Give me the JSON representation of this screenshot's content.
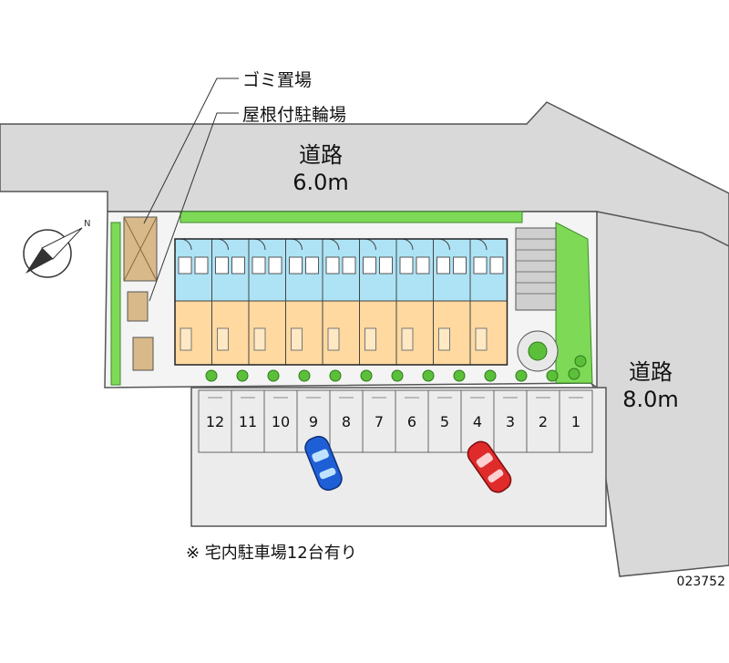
{
  "labels": {
    "garbage": "ゴミ置場",
    "bicycle": "屋根付駐輪場",
    "road_top_name": "道路",
    "road_top_width": "6.0m",
    "road_right_name": "道路",
    "road_right_width": "8.0m",
    "parking_note": "※ 宅内駐車場12台有り",
    "ref_code": "023752"
  },
  "parking_spaces": [
    "12",
    "11",
    "10",
    "9",
    "8",
    "7",
    "6",
    "5",
    "4",
    "3",
    "2",
    "1"
  ],
  "units": 9,
  "cars": [
    {
      "color": "#1f5fd6",
      "slot": "9"
    },
    {
      "color": "#e02b2b",
      "slot": "4"
    }
  ],
  "colors": {
    "road": "#d9d9d9",
    "lot": "#eeeeee",
    "green": "#7ed957",
    "unit_blue": "#aee3f5",
    "unit_orange": "#ffd9a0",
    "shed": "#d8b98a"
  }
}
